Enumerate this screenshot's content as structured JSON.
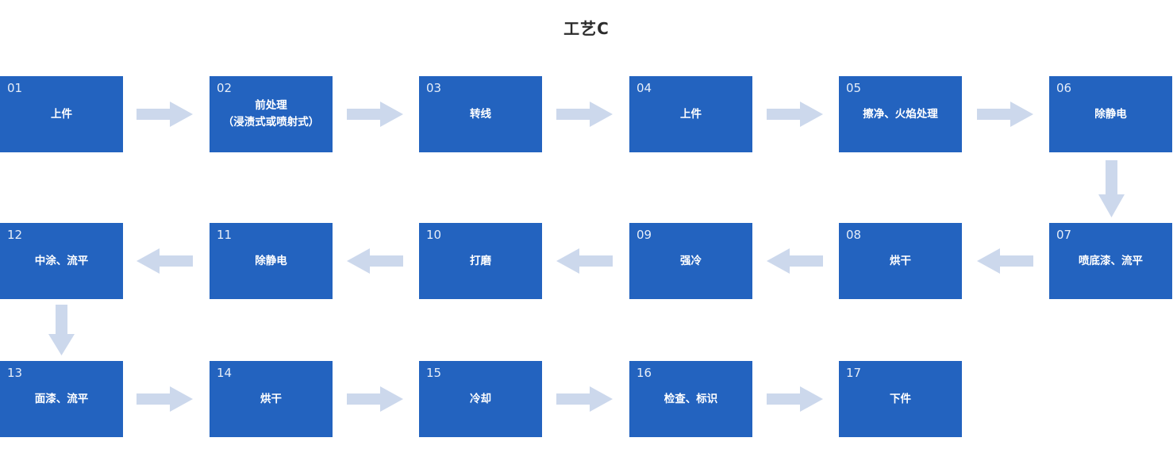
{
  "title": "工艺C",
  "colors": {
    "node_fill": "#2363BF",
    "node_text": "#FFFFFF",
    "node_number": "#E6EDF8",
    "arrow_fill": "#CCD8EC",
    "title_text": "#2B2B2B",
    "background": "#FFFFFF"
  },
  "nodes": [
    {
      "num": "01",
      "line1": "上件",
      "line2": ""
    },
    {
      "num": "02",
      "line1": "前处理",
      "line2": "（浸渍式或喷射式）"
    },
    {
      "num": "03",
      "line1": "转线",
      "line2": ""
    },
    {
      "num": "04",
      "line1": "上件",
      "line2": ""
    },
    {
      "num": "05",
      "line1": "擦净、火焰处理",
      "line2": ""
    },
    {
      "num": "06",
      "line1": "除静电",
      "line2": ""
    },
    {
      "num": "07",
      "line1": "喷底漆、流平",
      "line2": ""
    },
    {
      "num": "08",
      "line1": "烘干",
      "line2": ""
    },
    {
      "num": "09",
      "line1": "强冷",
      "line2": ""
    },
    {
      "num": "10",
      "line1": "打磨",
      "line2": ""
    },
    {
      "num": "11",
      "line1": "除静电",
      "line2": ""
    },
    {
      "num": "12",
      "line1": "中涂、流平",
      "line2": ""
    },
    {
      "num": "13",
      "line1": "面漆、流平",
      "line2": ""
    },
    {
      "num": "14",
      "line1": "烘干",
      "line2": ""
    },
    {
      "num": "15",
      "line1": "冷却",
      "line2": ""
    },
    {
      "num": "16",
      "line1": "检查、标识",
      "line2": ""
    },
    {
      "num": "17",
      "line1": "下件",
      "line2": ""
    }
  ],
  "connectors": [
    {
      "name": "arrow-01-to-02",
      "direction": "right"
    },
    {
      "name": "arrow-02-to-03",
      "direction": "right"
    },
    {
      "name": "arrow-03-to-04",
      "direction": "right"
    },
    {
      "name": "arrow-04-to-05",
      "direction": "right"
    },
    {
      "name": "arrow-05-to-06",
      "direction": "right"
    },
    {
      "name": "arrow-06-to-07",
      "direction": "down"
    },
    {
      "name": "arrow-07-to-08",
      "direction": "left"
    },
    {
      "name": "arrow-08-to-09",
      "direction": "left"
    },
    {
      "name": "arrow-09-to-10",
      "direction": "left"
    },
    {
      "name": "arrow-10-to-11",
      "direction": "left"
    },
    {
      "name": "arrow-11-to-12",
      "direction": "left"
    },
    {
      "name": "arrow-12-to-13",
      "direction": "down"
    },
    {
      "name": "arrow-13-to-14",
      "direction": "right"
    },
    {
      "name": "arrow-14-to-15",
      "direction": "right"
    },
    {
      "name": "arrow-15-to-16",
      "direction": "right"
    },
    {
      "name": "arrow-16-to-17",
      "direction": "right"
    }
  ]
}
